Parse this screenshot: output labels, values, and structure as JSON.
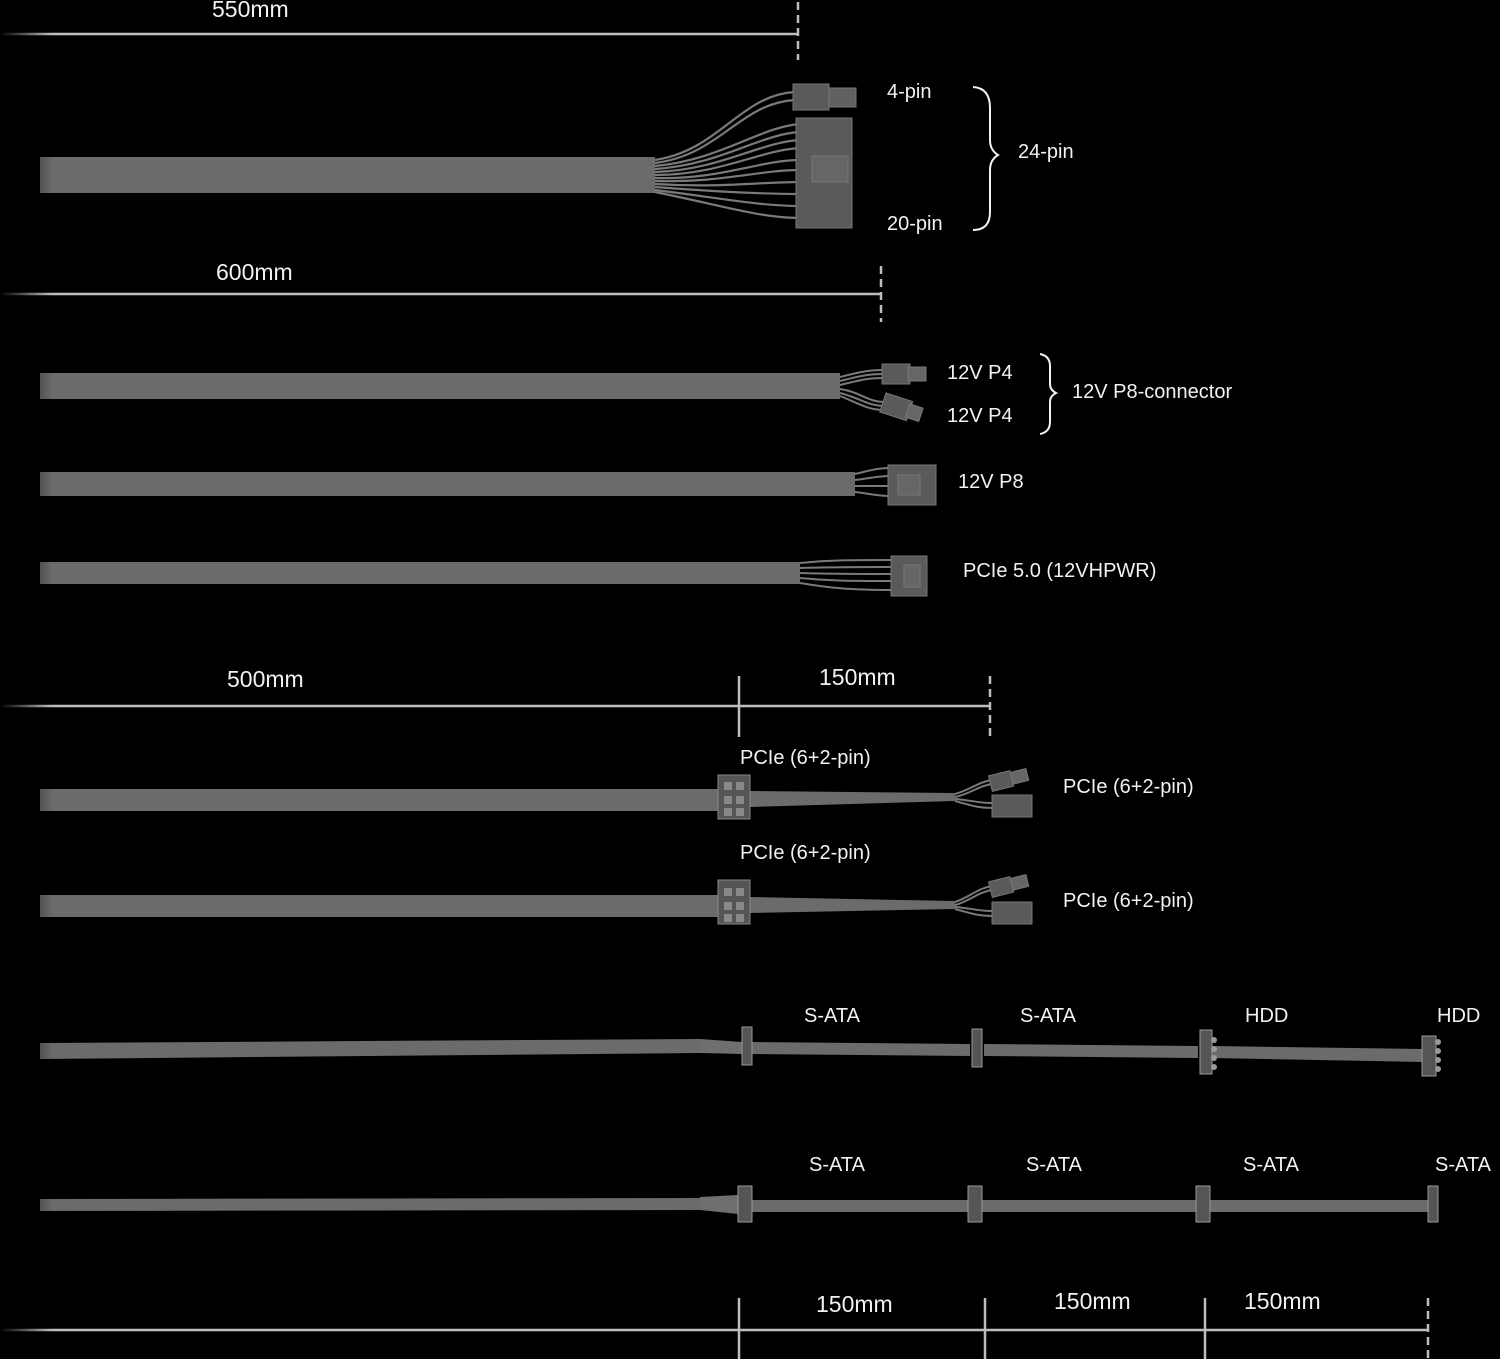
{
  "measurements": {
    "main_atx": "550mm",
    "cpu_pcie": "600mm",
    "pcie_main": "500mm",
    "pcie_split": "150mm",
    "sata_seg1": "150mm",
    "sata_seg2": "150mm",
    "sata_seg3": "150mm"
  },
  "atx": {
    "four_pin": "4-pin",
    "twenty_pin": "20-pin",
    "twentyfour_pin": "24-pin"
  },
  "eps": {
    "p4_a": "12V P4",
    "p4_b": "12V P4",
    "p8_connector": "12V P8-connector",
    "p8": "12V P8"
  },
  "pcie5": {
    "label": "PCIe 5.0 (12VHPWR)"
  },
  "pcie_cable1": {
    "mid": "PCIe (6+2-pin)",
    "end": "PCIe (6+2-pin)"
  },
  "pcie_cable2": {
    "mid": "PCIe (6+2-pin)",
    "end": "PCIe (6+2-pin)"
  },
  "sata_hdd_cable": {
    "c1": "S-ATA",
    "c2": "S-ATA",
    "c3": "HDD",
    "c4": "HDD"
  },
  "sata_cable": {
    "c1": "S-ATA",
    "c2": "S-ATA",
    "c3": "S-ATA",
    "c4": "S-ATA"
  },
  "colors": {
    "background": "#000000",
    "cable": "#6b6b6b",
    "connector": "#5a5a5a",
    "text": "#f2f2f2",
    "dimension_line": "#bdbdbd"
  }
}
